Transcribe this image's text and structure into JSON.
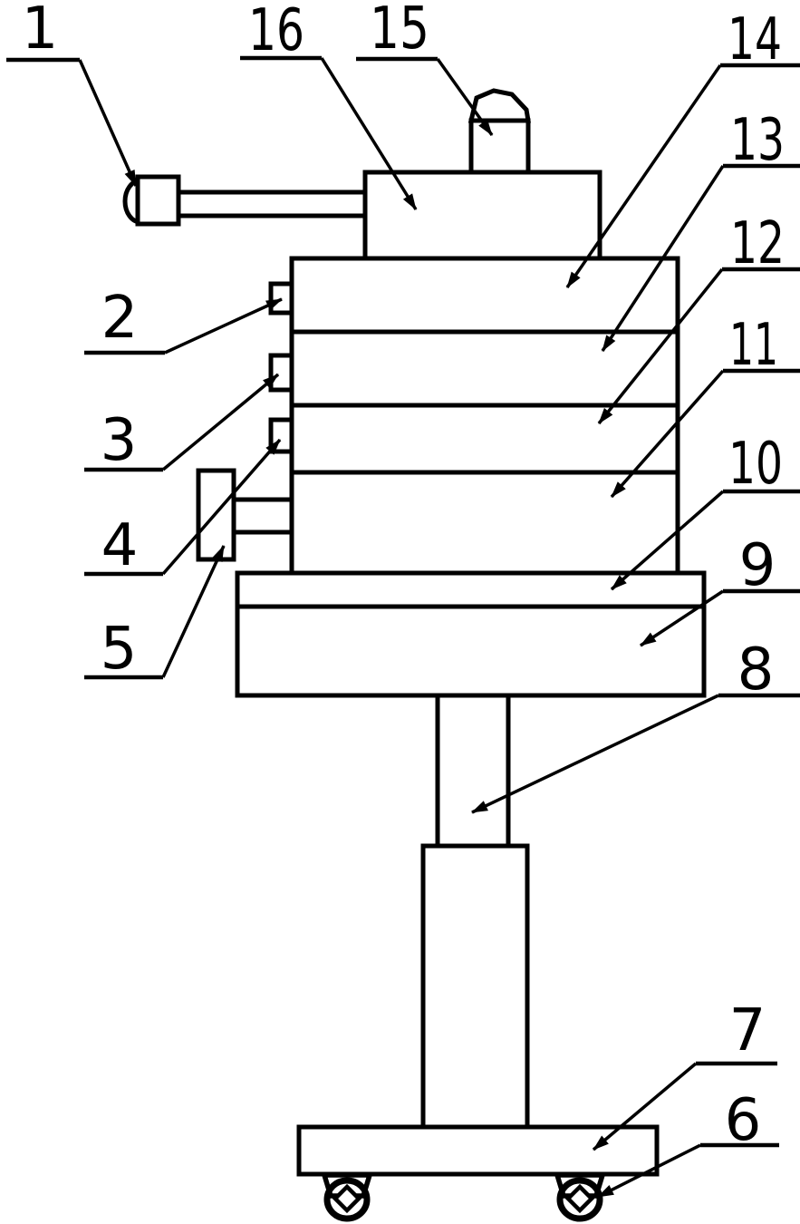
{
  "drawing": {
    "palette": {
      "ink": "#000000",
      "paper": "#ffffff"
    },
    "callouts": [
      {
        "label": "1"
      },
      {
        "label": "2"
      },
      {
        "label": "3"
      },
      {
        "label": "4"
      },
      {
        "label": "5"
      },
      {
        "label": "6"
      },
      {
        "label": "7"
      },
      {
        "label": "8"
      },
      {
        "label": "9"
      },
      {
        "label": "10"
      },
      {
        "label": "11"
      },
      {
        "label": "12"
      },
      {
        "label": "13"
      },
      {
        "label": "14"
      },
      {
        "label": "15"
      },
      {
        "label": "16"
      }
    ]
  }
}
